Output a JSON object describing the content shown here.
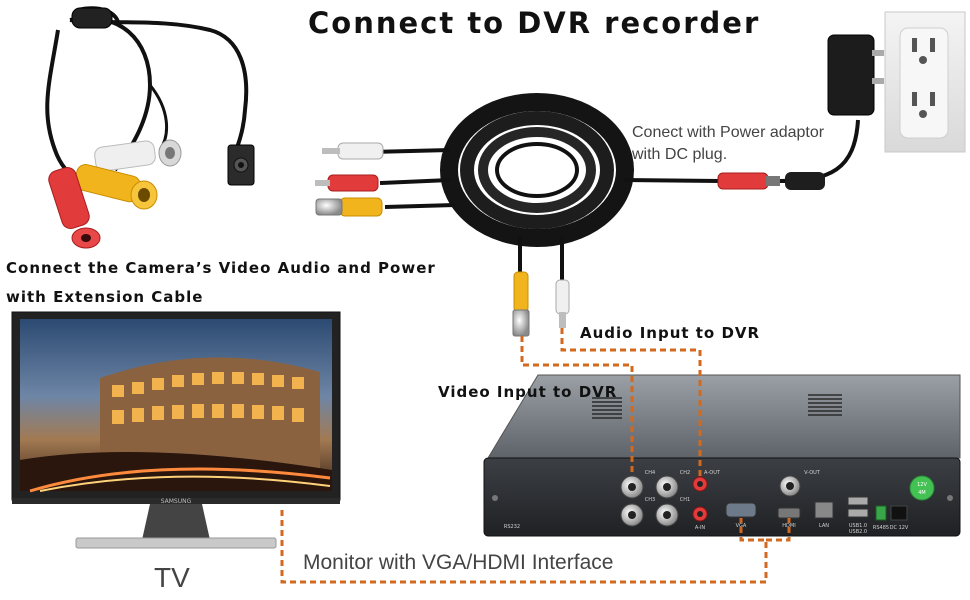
{
  "title": "Connect to DVR recorder",
  "labels": {
    "camera_connect_line1": "Connect the Camera’s Video Audio and Power",
    "camera_connect_line2": "with Extension Cable",
    "power_line1": "Conect with Power adaptor",
    "power_line2": "with DC plug.",
    "audio_input": "Audio Input to DVR",
    "video_input": "Video Input to DVR",
    "monitor": "Monitor with VGA/HDMI Interface",
    "tv": "TV"
  },
  "tv_brand": "SAMSUNG",
  "dvr_ports": {
    "ch4": "CH4",
    "ch2": "CH2",
    "ch3": "CH3",
    "ch1": "CH1",
    "a_out": "A-OUT",
    "a_in": "A-IN",
    "v_out": "V-OUT",
    "vga": "VGA",
    "hdmi": "HDMI",
    "lan": "LAN",
    "usb1": "USB1.0",
    "usb2": "USB2.0",
    "rs485": "RS485",
    "dc12v": "DC 12V",
    "badge_top": "12V",
    "badge_bottom": "4M",
    "rs_label": "RS232"
  },
  "colors": {
    "accent_dashed": "#d2691e",
    "cable": "#111111",
    "rca_red": "#e23b3b",
    "rca_yellow": "#f1b41c",
    "rca_white": "#eeeeee"
  }
}
